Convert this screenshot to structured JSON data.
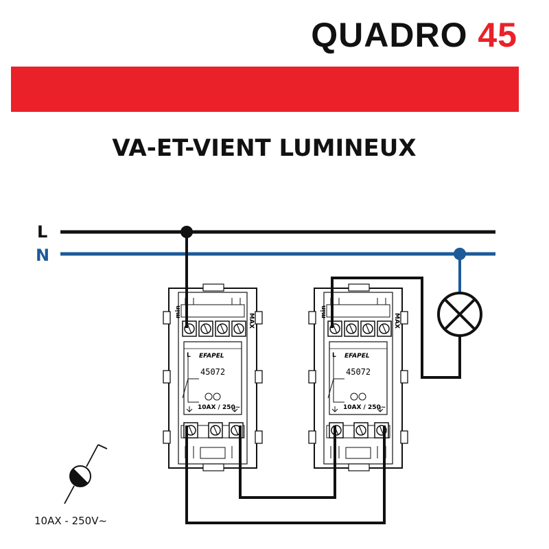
{
  "header": {
    "brand_name": "QUADRO",
    "brand_number": "45",
    "brand_color": "#ea2129"
  },
  "diagram": {
    "title": "VA-ET-VIENT LUMINEUX",
    "lines": {
      "live_label": "L",
      "neutral_label": "N",
      "live_color": "#111111",
      "neutral_color": "#1c5a9a"
    },
    "switches": [
      {
        "brand": "EFAPEL",
        "model": "45072",
        "left_mark": "min",
        "right_mark": "MAX",
        "terminal_mark": "L",
        "rating": "10AX / 250~"
      },
      {
        "brand": "EFAPEL",
        "model": "45072",
        "left_mark": "min",
        "right_mark": "MAX",
        "terminal_mark": "L",
        "rating": "10AX / 250~"
      }
    ],
    "lamp_icon": "lamp-cross-icon",
    "legend": {
      "icon": "illuminated-switch-icon",
      "rating": "10AX - 250V~"
    }
  }
}
